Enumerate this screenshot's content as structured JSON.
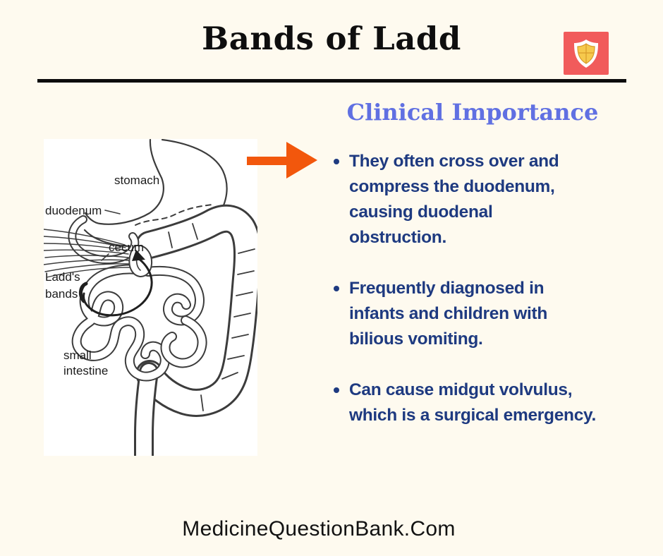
{
  "page": {
    "background": "#FEFAEF",
    "title": "Bands of Ladd",
    "footer": "MedicineQuestionBank.Com"
  },
  "logo": {
    "icon": "shield-icon",
    "background": "#F15B5B",
    "shield_fill": "#F6C94C"
  },
  "arrow": {
    "color": "#F2570C",
    "direction": "right"
  },
  "clinical": {
    "heading": "Clinical Importance",
    "heading_color": "#6070E2",
    "text_color": "#1E3A80",
    "bullets": [
      {
        "lines": [
          "They often cross over and",
          "compress the duodenum,",
          "causing duodenal",
          "obstruction."
        ]
      },
      {
        "lines": [
          "Frequently diagnosed in",
          "infants and children with",
          "bilious vomiting."
        ]
      },
      {
        "lines": [
          "Can cause midgut volvulus,",
          "which is a surgical emergency."
        ]
      }
    ]
  },
  "diagram": {
    "labels": {
      "stomach": "stomach",
      "duodenum": "duodenum",
      "cecum": "cecum",
      "ladds_line1": "Ladd's",
      "ladds_line2": "bands",
      "small_intestine_line1": "small",
      "small_intestine_line2": "intestine"
    }
  }
}
